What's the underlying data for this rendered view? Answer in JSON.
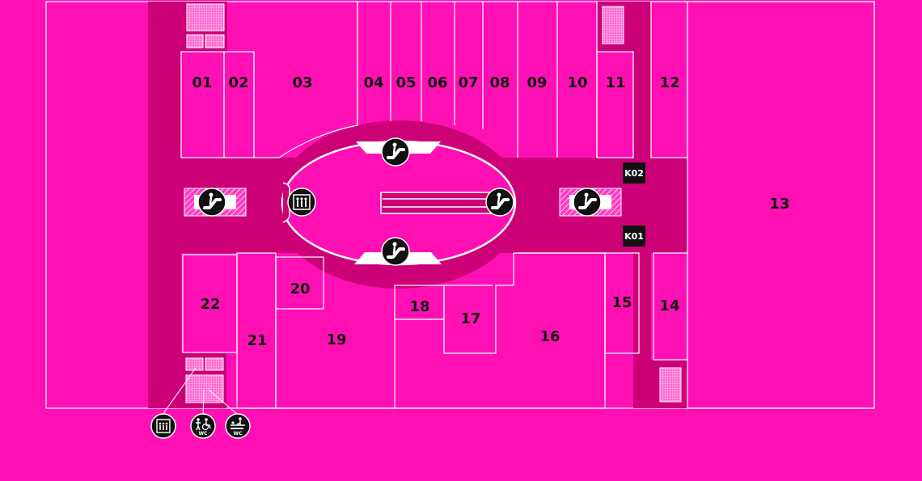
{
  "colors": {
    "background": "#ff10b4",
    "corridor": "#cc0077",
    "outline": "#ffffff",
    "icon": "#111111"
  },
  "units": {
    "u01": "01",
    "u02": "02",
    "u03": "03",
    "u04": "04",
    "u05": "05",
    "u06": "06",
    "u07": "07",
    "u08": "08",
    "u09": "09",
    "u10": "10",
    "u11": "11",
    "u12": "12",
    "u13": "13",
    "u14": "14",
    "u15": "15",
    "u16": "16",
    "u17": "17",
    "u18": "18",
    "u19": "19",
    "u20": "20",
    "u21": "21",
    "u22": "22"
  },
  "kiosks": {
    "k01": "K01",
    "k02": "K02"
  },
  "legend": {
    "wc_label_1": "WC",
    "wc_label_2": "WC",
    "icons": [
      "elevator-icon",
      "accessible-wc-icon",
      "baby-change-wc-icon"
    ]
  },
  "icons": [
    "escalator-icon",
    "elevator-icon"
  ]
}
